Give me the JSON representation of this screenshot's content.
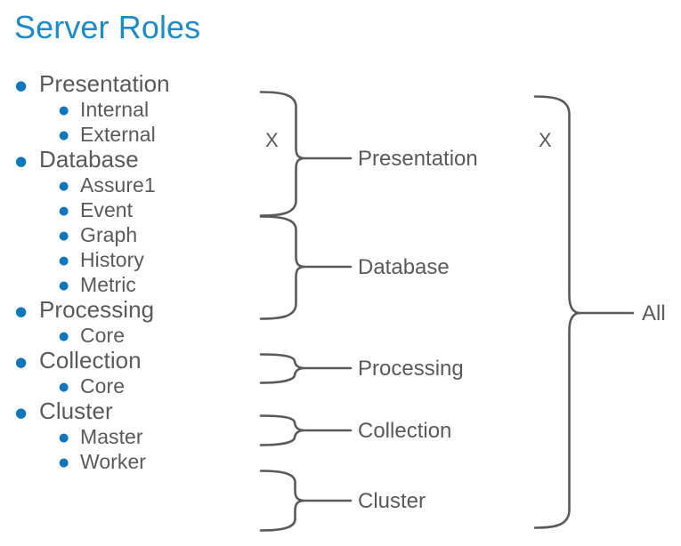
{
  "slide": {
    "title": "Server Roles",
    "background_color": "#FFFFFF",
    "title_color": "#1D8BC7",
    "bullet_color": "#1077BC",
    "text_color": "#5A5A5A",
    "brace_color": "#5A5A5A"
  },
  "outline": [
    {
      "level": 1,
      "label": "Presentation"
    },
    {
      "level": 2,
      "label": "Internal"
    },
    {
      "level": 2,
      "label": "External"
    },
    {
      "level": 1,
      "label": "Database"
    },
    {
      "level": 2,
      "label": "Assure1"
    },
    {
      "level": 2,
      "label": "Event"
    },
    {
      "level": 2,
      "label": "Graph"
    },
    {
      "level": 2,
      "label": "History"
    },
    {
      "level": 2,
      "label": "Metric"
    },
    {
      "level": 1,
      "label": "Processing"
    },
    {
      "level": 2,
      "label": "Core"
    },
    {
      "level": 1,
      "label": "Collection"
    },
    {
      "level": 2,
      "label": "Core"
    },
    {
      "level": 1,
      "label": "Cluster"
    },
    {
      "level": 2,
      "label": "Master"
    },
    {
      "level": 2,
      "label": "Worker"
    }
  ],
  "diagram": {
    "multiplier_labels": [
      {
        "id": "x-left",
        "text": "X"
      },
      {
        "id": "x-right",
        "text": "X"
      }
    ],
    "group_braces": [
      {
        "id": "presentation",
        "label": "Presentation"
      },
      {
        "id": "database",
        "label": "Database"
      },
      {
        "id": "processing",
        "label": "Processing"
      },
      {
        "id": "collection",
        "label": "Collection"
      },
      {
        "id": "cluster",
        "label": "Cluster"
      }
    ],
    "aggregate_brace": {
      "id": "all",
      "label": "All"
    }
  }
}
